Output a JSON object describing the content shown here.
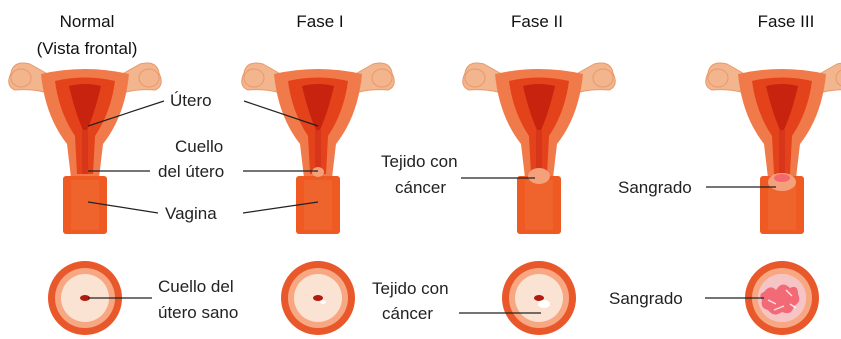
{
  "titles": {
    "normal": "Normal",
    "normal_sub": "(Vista frontal)",
    "fase1": "Fase I",
    "fase2": "Fase II",
    "fase3": "Fase III"
  },
  "labels": {
    "utero": "Útero",
    "cuello_line1": "Cuello",
    "cuello_line2": "del útero",
    "vagina": "Vagina",
    "tejido_top_line1": "Tejido con",
    "tejido_top_line2": "cáncer",
    "sangrado_top": "Sangrado",
    "cuello_sano_line1": "Cuello del",
    "cuello_sano_line2": "útero sano",
    "tejido_bottom_line1": "Tejido con",
    "tejido_bottom_line2": "cáncer",
    "sangrado_bottom": "Sangrado"
  },
  "colors": {
    "tube": "#f3b58d",
    "tube_edge": "#e79a6c",
    "uterus_outer": "#f17a4a",
    "uterus_inner": "#e4421b",
    "cavity": "#c8230f",
    "vagina": "#ee5a22",
    "ring_outer": "#e9582b",
    "ring_mid": "#f7a883",
    "cervix_face": "#fbe3d3",
    "blood": "#f25a6a",
    "line": "#222222"
  }
}
